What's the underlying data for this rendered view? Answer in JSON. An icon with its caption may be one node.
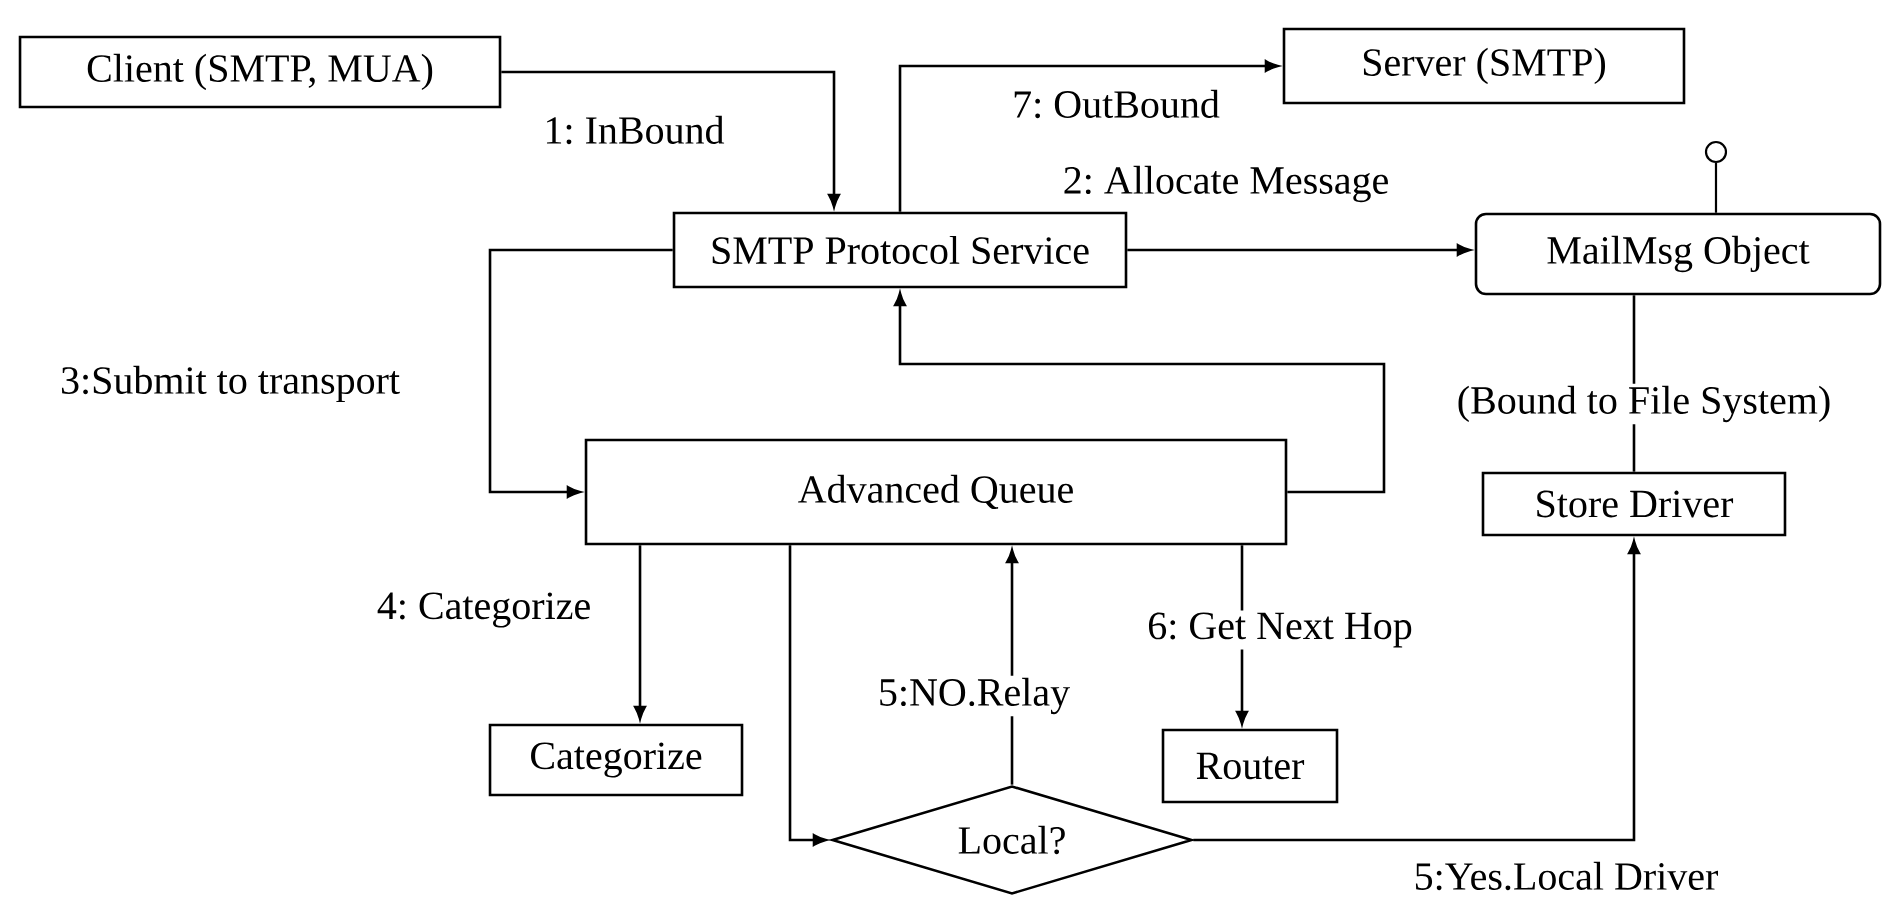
{
  "diagram": {
    "nodes": [
      {
        "text": [
          "Client (SMTP, MUA)"
        ]
      },
      {
        "text": [
          "Server (SMTP)"
        ]
      },
      {
        "text": [
          "SMTP Protocol Service"
        ]
      },
      {
        "text": [
          "MailMsg Object"
        ]
      },
      {
        "text": [
          "Advanced Queue"
        ]
      },
      {
        "text": [
          "Store Driver"
        ]
      },
      {
        "text": [
          "Categorize"
        ]
      },
      {
        "text": [
          "Router"
        ]
      },
      {
        "text": [
          "Local?"
        ]
      }
    ],
    "edges": [
      {
        "from": 0,
        "to": 2,
        "arrow": "to",
        "label": "1: InBound"
      },
      {
        "from": 2,
        "to": 1,
        "arrow": "to",
        "label": "7: OutBound"
      },
      {
        "from": 2,
        "to": 3,
        "arrow": "to",
        "label": "2: Allocate Message"
      },
      {
        "from": 2,
        "to": 4,
        "arrow": "to",
        "label": "3:Submit to transport"
      },
      {
        "from": 4,
        "to": 2,
        "arrow": "to"
      },
      {
        "from": 3,
        "to": 5,
        "arrow": "none",
        "label": "(Bound to File System)"
      },
      {
        "from": 4,
        "to": 6,
        "arrow": "to",
        "label": "4: Categorize"
      },
      {
        "from": 4,
        "to": 8,
        "arrow": "to"
      },
      {
        "from": 8,
        "to": 4,
        "arrow": "to",
        "label": "5:NO.Relay"
      },
      {
        "from": 4,
        "to": 7,
        "arrow": "to",
        "label": "6: Get Next Hop"
      },
      {
        "from": 8,
        "to": 5,
        "arrow": "to",
        "label": "5:Yes.Local Driver"
      }
    ]
  }
}
